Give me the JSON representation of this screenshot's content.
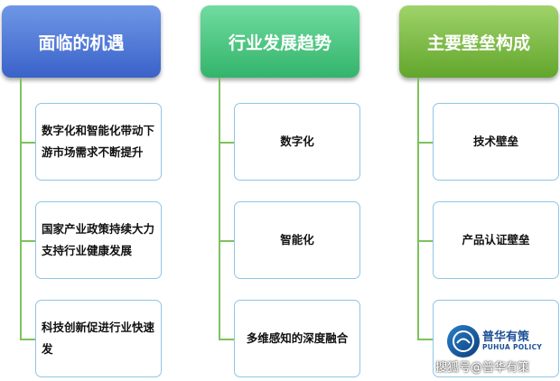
{
  "columns": [
    {
      "header": "面临的机遇",
      "items": [
        "数字化和智能化带动下游市场需求不断提升",
        "国家产业政策持续大力支持行业健康发展",
        "科技创新促进行业快速发"
      ]
    },
    {
      "header": "行业发展趋势",
      "items": [
        "数字化",
        "智能化",
        "多维感知的深度融合"
      ]
    },
    {
      "header": "主要壁垒构成",
      "items": [
        "技术壁垒",
        "产品认证壁垒",
        ""
      ]
    }
  ],
  "watermark": {
    "brand_cn": "普华有策",
    "brand_en": "PUHUA POLICY",
    "source": "搜狐号@普华有策"
  },
  "colors": {
    "header_blue": "#3a62c9",
    "header_green": "#33b46b",
    "header_lime": "#62a62c",
    "connector": "#7cc35c",
    "box_border": "#8dc6e6"
  }
}
